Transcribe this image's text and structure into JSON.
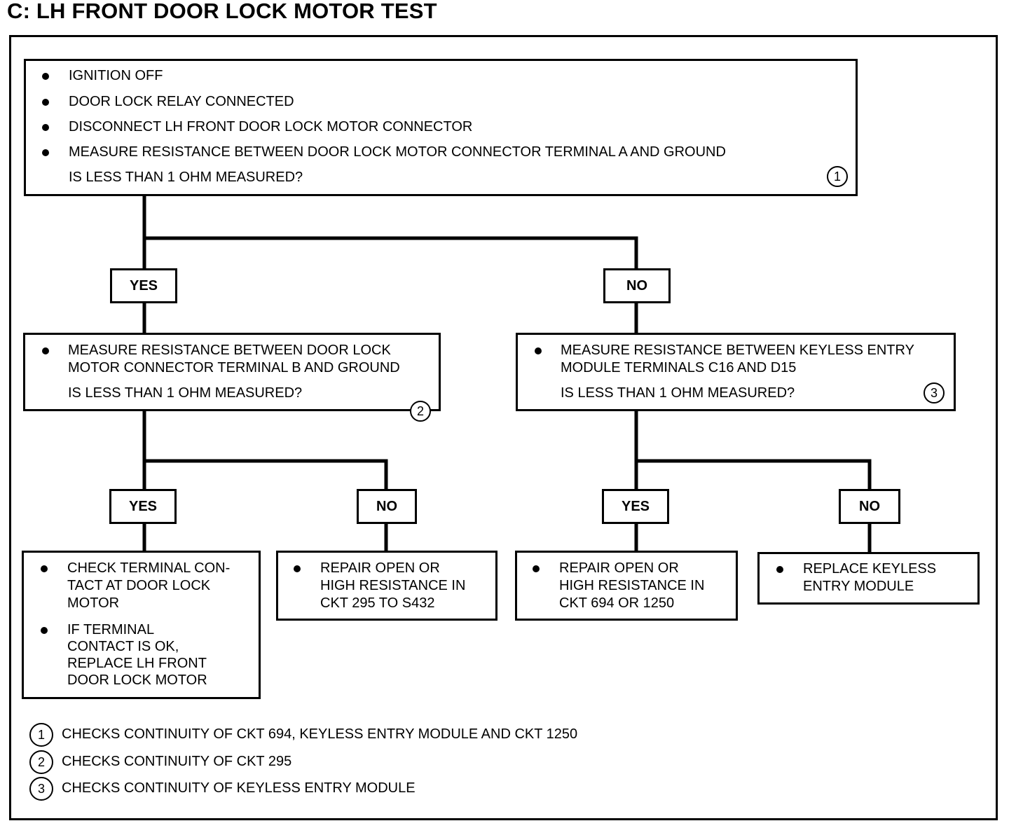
{
  "title": "C: LH FRONT DOOR LOCK MOTOR TEST",
  "start": {
    "bullets": [
      "IGNITION OFF",
      "DOOR LOCK RELAY CONNECTED",
      "DISCONNECT LH FRONT DOOR LOCK MOTOR CONNECTOR",
      "MEASURE RESISTANCE BETWEEN DOOR LOCK MOTOR CONNECTOR TERMINAL A AND GROUND"
    ],
    "question": "IS LESS THAN 1 OHM MEASURED?",
    "ref": "1"
  },
  "labels": {
    "yes": "YES",
    "no": "NO"
  },
  "left_test": {
    "bullet_lines": [
      "MEASURE RESISTANCE BETWEEN DOOR LOCK",
      "MOTOR CONNECTOR TERMINAL B AND GROUND"
    ],
    "question": "IS LESS THAN 1 OHM MEASURED?",
    "ref": "2"
  },
  "right_test": {
    "bullet_lines": [
      "MEASURE RESISTANCE BETWEEN KEYLESS ENTRY",
      "MODULE TERMINALS C16 AND D15"
    ],
    "question": "IS LESS THAN 1 OHM MEASURED?",
    "ref": "3"
  },
  "results": {
    "check_terminal": {
      "bullet1_lines": [
        "CHECK TERMINAL CON-",
        "TACT AT DOOR LOCK",
        "MOTOR"
      ],
      "bullet2_lines": [
        "IF TERMINAL",
        "CONTACT IS OK,",
        "REPLACE LH FRONT",
        "DOOR LOCK MOTOR"
      ]
    },
    "repair_295": {
      "lines": [
        "REPAIR OPEN OR",
        "HIGH RESISTANCE IN",
        "CKT 295 TO S432"
      ]
    },
    "repair_694": {
      "lines": [
        "REPAIR OPEN OR",
        "HIGH RESISTANCE IN",
        "CKT 694 OR 1250"
      ]
    },
    "replace_module": {
      "lines": [
        "REPLACE KEYLESS",
        "ENTRY MODULE"
      ]
    }
  },
  "notes": [
    {
      "num": "1",
      "text": "CHECKS CONTINUITY OF CKT 694, KEYLESS ENTRY MODULE AND CKT 1250"
    },
    {
      "num": "2",
      "text": "CHECKS CONTINUITY OF CKT 295"
    },
    {
      "num": "3",
      "text": "CHECKS CONTINUITY OF KEYLESS ENTRY MODULE"
    }
  ]
}
